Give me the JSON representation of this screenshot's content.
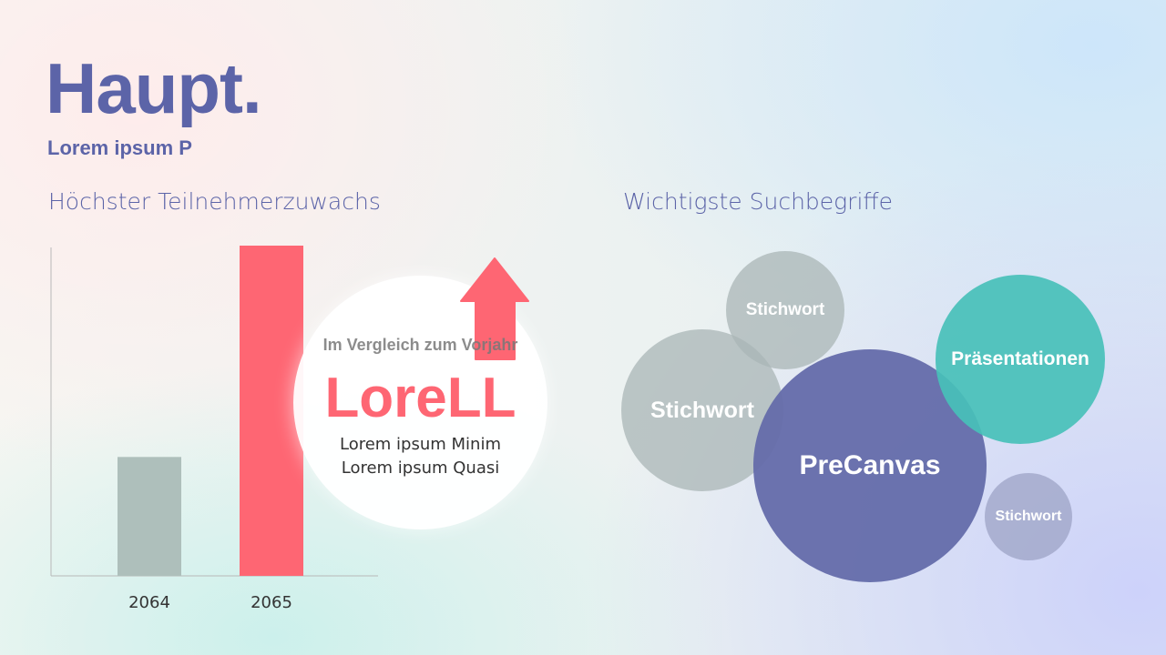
{
  "title": "Haupt.",
  "subtitle": "Lorem ipsum P",
  "left_section": {
    "heading": "Höchster Teilnehmerzuwachs",
    "callout": {
      "caption": "Im Vergleich zum Vorjahr",
      "value": "LoreLL",
      "line1": "Lorem ipsum Minim",
      "line2": "Lorem ipsum Quasi",
      "icon": "arrow-up-icon"
    }
  },
  "right_section": {
    "heading": "Wichtigste Suchbegriffe",
    "bubbles": [
      {
        "label": "Stichwort",
        "color": "#b3bdbd"
      },
      {
        "label": "Stichwort",
        "color": "#b3bdbd"
      },
      {
        "label": "PreCanvas",
        "color": "#6b73ae"
      },
      {
        "label": "Präsentationen",
        "color": "#4fc3bb"
      },
      {
        "label": "Stichwort",
        "color": "#a9aed0"
      }
    ]
  },
  "chart_data": {
    "type": "bar",
    "categories": [
      "2064",
      "2065"
    ],
    "values": [
      36,
      100
    ],
    "ylim": [
      0,
      100
    ],
    "colors": [
      "#aebfbb",
      "#fe6673"
    ],
    "grid": false,
    "title": "",
    "xlabel": "",
    "ylabel": ""
  }
}
